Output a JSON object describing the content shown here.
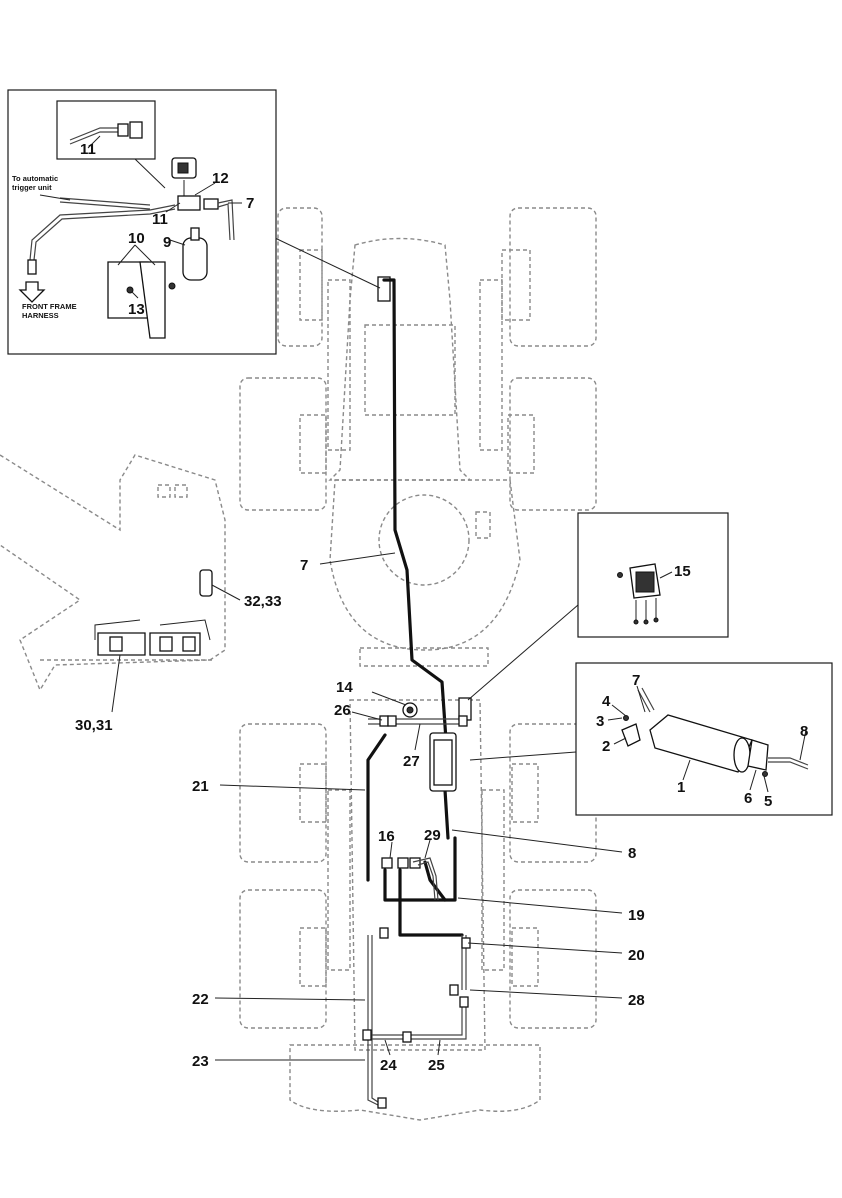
{
  "callouts": {
    "c1": "1",
    "c2": "2",
    "c3": "3",
    "c4": "4",
    "c5": "5",
    "c6": "6",
    "c7_inset": "7",
    "c7_main": "7",
    "c7_detail": "7",
    "c8_main": "8",
    "c8_detail": "8",
    "c9": "9",
    "c10": "10",
    "c11_top": "11",
    "c11_mid": "11",
    "c12": "12",
    "c13": "13",
    "c14": "14",
    "c15": "15",
    "c16": "16",
    "c19": "19",
    "c20": "20",
    "c21": "21",
    "c22": "22",
    "c23": "23",
    "c24": "24",
    "c25": "25",
    "c26": "26",
    "c27": "27",
    "c28": "28",
    "c29": "29",
    "c30_31": "30,31",
    "c32_33": "32,33"
  },
  "inset_notes": {
    "trigger_line1": "To automatic",
    "trigger_line2": "trigger unit",
    "harness_line1": "FRONT FRAME",
    "harness_line2": "HARNESS"
  }
}
